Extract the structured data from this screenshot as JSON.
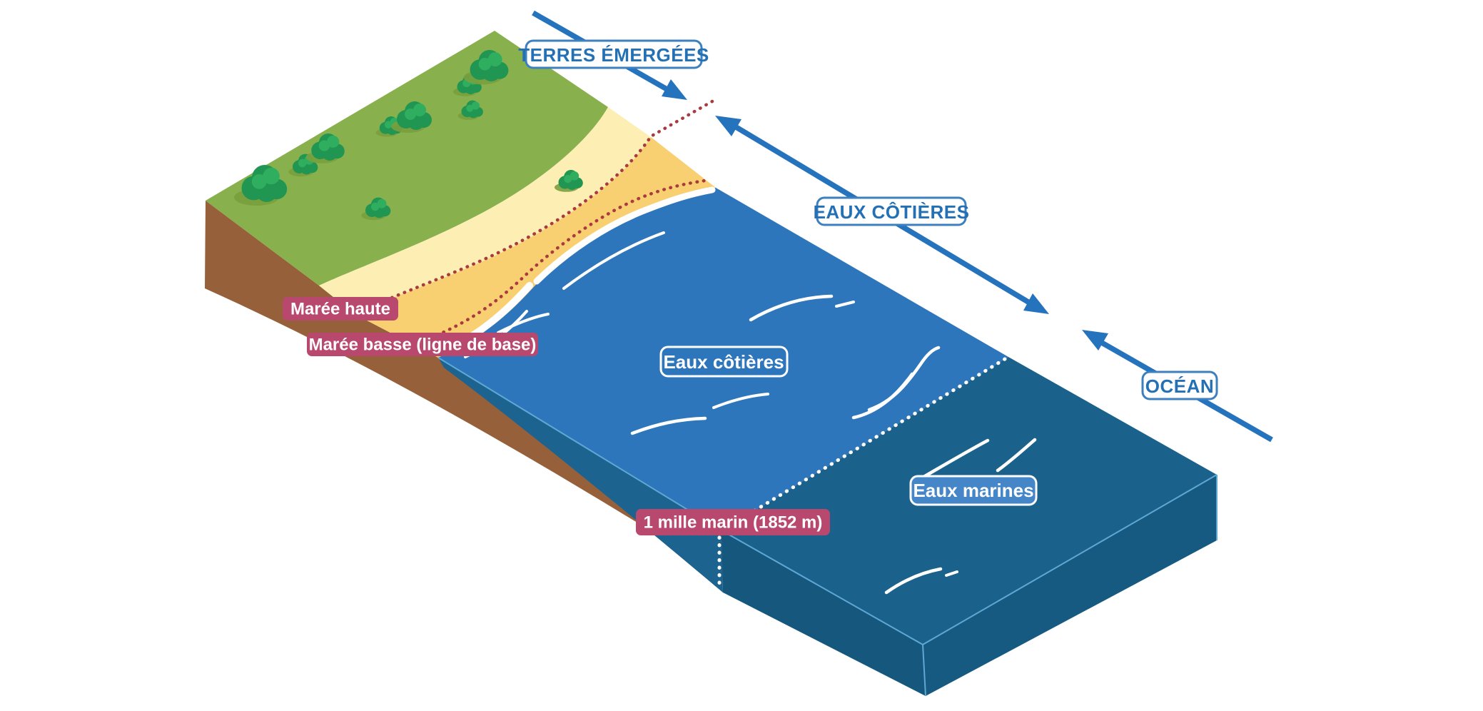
{
  "diagram": {
    "arrow_labels": {
      "land": "TERRES ÉMERGÉES",
      "coastal": "EAUX CÔTIÈRES",
      "ocean": "OCÉAN"
    },
    "surface_labels": {
      "coastal": "Eaux côtières",
      "marine": "Eaux marines"
    },
    "marker_labels": {
      "high_tide": "Marée haute",
      "low_tide": "Marée basse (ligne de base)",
      "nautical_mile": "1 mille marin (1852 m)"
    },
    "colors": {
      "arrow_blue": "#2673bd",
      "zone_label_text": "#2470b4",
      "zone_label_border": "#3c80c0",
      "marker_pink": "#b9486e",
      "grass": "#88b14d",
      "tree_dark": "#219552",
      "tree_light": "#2fae60",
      "tree_shadow": "#7aa03e",
      "cliff_brown": "#96613a",
      "sand_light": "#fdeeb4",
      "sand_dark": "#f8cf71",
      "water_coastal": "#2e76bb",
      "water_coastal_front": "#1c6390",
      "water_marine": "#1a618c",
      "water_marine_front": "#16577e",
      "water_marine_side": "#175a81",
      "surface_pill_fill": "#4586c8",
      "tide_dotted_red": "#a93a3f",
      "boundary_dotted_white": "#ffffff",
      "edge_highlight": "#5fa8d4"
    }
  }
}
